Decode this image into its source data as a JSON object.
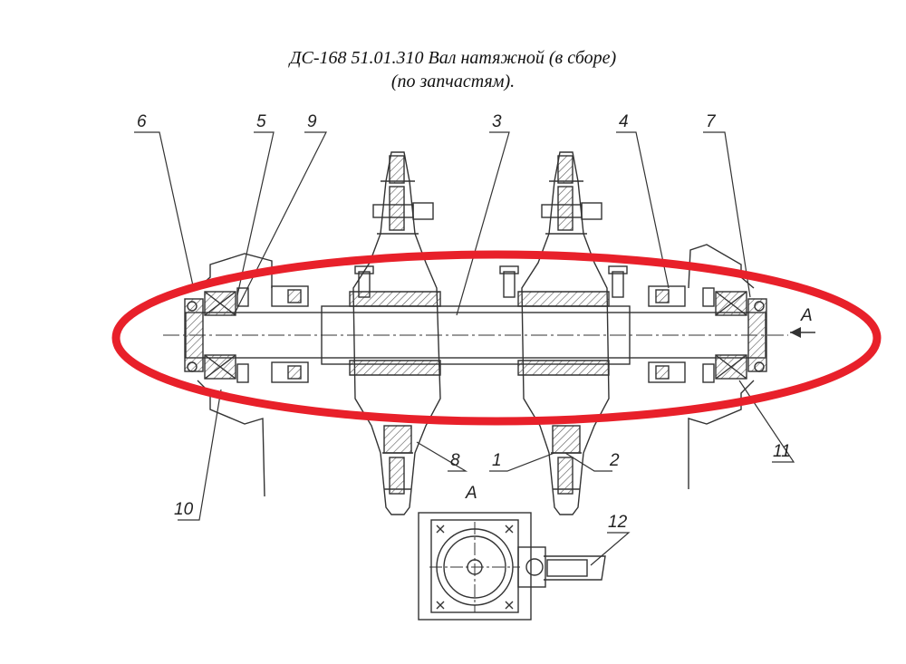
{
  "title": {
    "line1": "ДС-168 51.01.310 Вал натяжной (в сборе)",
    "line2": "(по запчастям)."
  },
  "view_label": "А",
  "arrow_label": "А",
  "callouts": [
    {
      "id": "6",
      "text": "6"
    },
    {
      "id": "5",
      "text": "5"
    },
    {
      "id": "9",
      "text": "9"
    },
    {
      "id": "3",
      "text": "3"
    },
    {
      "id": "4",
      "text": "4"
    },
    {
      "id": "7",
      "text": "7"
    },
    {
      "id": "8",
      "text": "8"
    },
    {
      "id": "1",
      "text": "1"
    },
    {
      "id": "2",
      "text": "2"
    },
    {
      "id": "11",
      "text": "11"
    },
    {
      "id": "10",
      "text": "10"
    },
    {
      "id": "12",
      "text": "12"
    }
  ],
  "colors": {
    "line": "#333333",
    "hatch": "#555555",
    "highlight": "#e8202a"
  }
}
